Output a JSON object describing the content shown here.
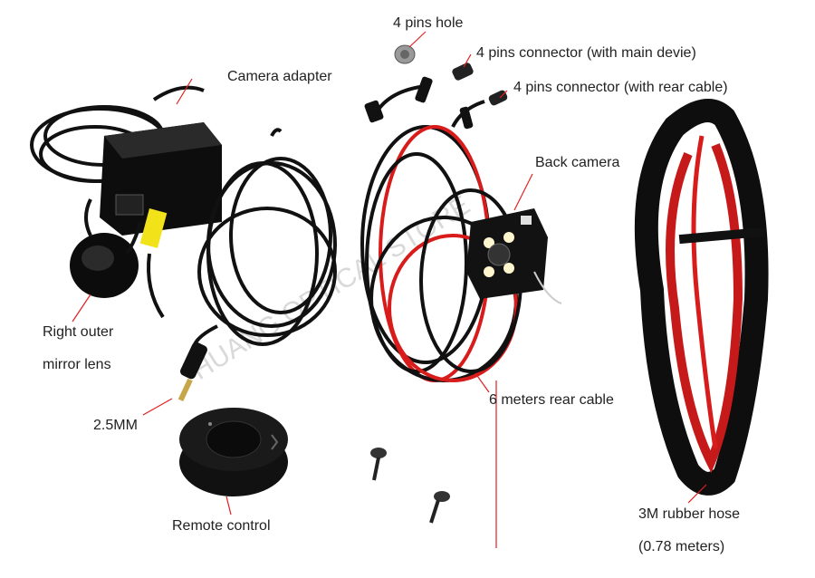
{
  "labels": {
    "pins_hole": "4 pins hole",
    "connector_main": "4 pins connector (with main devie)",
    "connector_rear": "4 pins connector (with rear cable)",
    "camera_adapter": "Camera adapter",
    "back_camera": "Back camera",
    "right_outer_1": "Right outer",
    "right_outer_2": "mirror lens",
    "plug_size": "2.5MM",
    "rear_cable": "6 meters rear cable",
    "remote_control": "Remote control",
    "hose": "3M rubber hose",
    "hose_length": "(0.78 meters)"
  },
  "watermark": "HUANG OPTICAL STORE",
  "colors": {
    "leader": "#e02020",
    "cable": "#111111",
    "red_stripe": "#d81c1c",
    "yellow_tag": "#f2e21a"
  }
}
